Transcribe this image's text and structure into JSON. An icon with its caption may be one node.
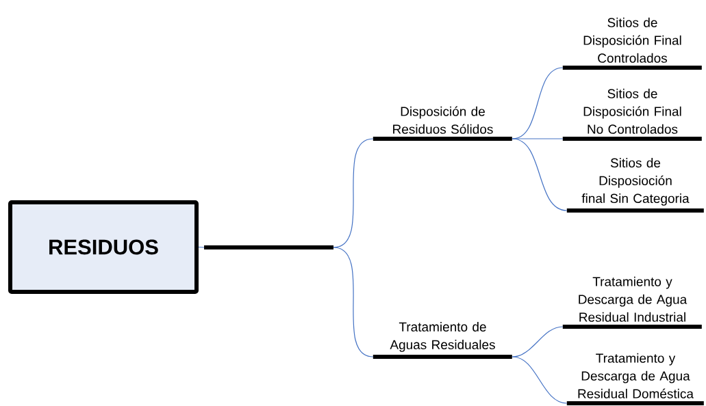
{
  "diagram": {
    "nodes": [
      {
        "text": [
          "RESIDUOS"
        ]
      },
      {
        "text": [],
        "shape": "bar"
      },
      {
        "text": [
          "Disposición de Residuos Sólidos"
        ]
      },
      {
        "text": [
          "Tratamiento de Aguas Residuales"
        ]
      },
      {
        "text": [
          "Sitios de Disposición Final Controlados"
        ]
      },
      {
        "text": [
          "Sitios de Disposición Final No Controlados"
        ]
      },
      {
        "text": [
          "Sitios de Disposioción final Sin Categoria"
        ]
      },
      {
        "text": [
          "Tratamiento y Descarga de Agua Residual Industrial"
        ]
      },
      {
        "text": [
          "Tratamiento y Descarga de Agua Residual Doméstica"
        ]
      }
    ],
    "edges": [
      {
        "from": 0,
        "to": 1,
        "arrow": "none"
      },
      {
        "from": 1,
        "to": 2,
        "arrow": "none"
      },
      {
        "from": 1,
        "to": 3,
        "arrow": "none"
      },
      {
        "from": 2,
        "to": 4,
        "arrow": "none"
      },
      {
        "from": 2,
        "to": 5,
        "arrow": "none"
      },
      {
        "from": 2,
        "to": 6,
        "arrow": "none"
      },
      {
        "from": 3,
        "to": 7,
        "arrow": "none"
      },
      {
        "from": 3,
        "to": 8,
        "arrow": "none"
      }
    ]
  }
}
